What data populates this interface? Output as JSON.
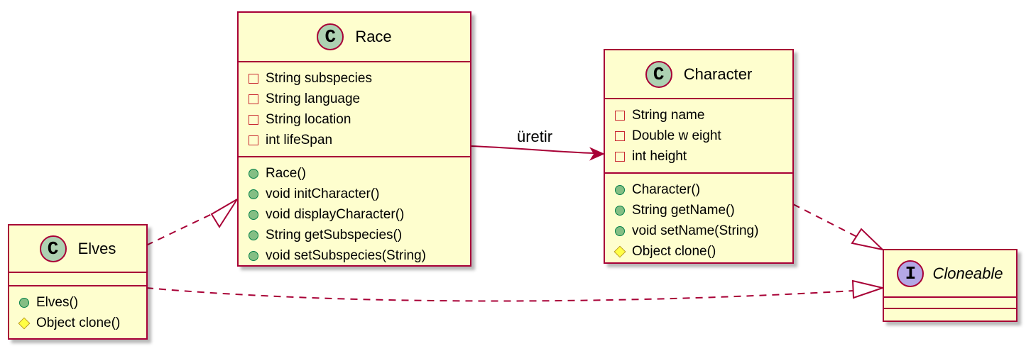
{
  "classes": {
    "race": {
      "stereotype_letter": "C",
      "name": "Race",
      "fields": [
        "String subspecies",
        "String language",
        "String location",
        "int lifeSpan"
      ],
      "methods": [
        "Race()",
        "void initCharacter()",
        "void displayCharacter()",
        "String getSubspecies()",
        "void setSubspecies(String)"
      ]
    },
    "character": {
      "stereotype_letter": "C",
      "name": "Character",
      "fields": [
        "String name",
        "Double w eight",
        "int height"
      ],
      "methods": [
        "Character()",
        "String getName()",
        "void setName(String)",
        "Object clone()"
      ]
    },
    "elves": {
      "stereotype_letter": "C",
      "name": "Elves",
      "methods": [
        "Elves()",
        "Object clone()"
      ]
    },
    "cloneable": {
      "stereotype_letter": "I",
      "name": "Cloneable"
    }
  },
  "relations": {
    "race_to_character_label": "üretir"
  },
  "colors": {
    "class_fill": "#FEFECE",
    "border": "#A80036",
    "class_badge": "#ADD1B2",
    "interface_badge": "#B4A7E5"
  }
}
